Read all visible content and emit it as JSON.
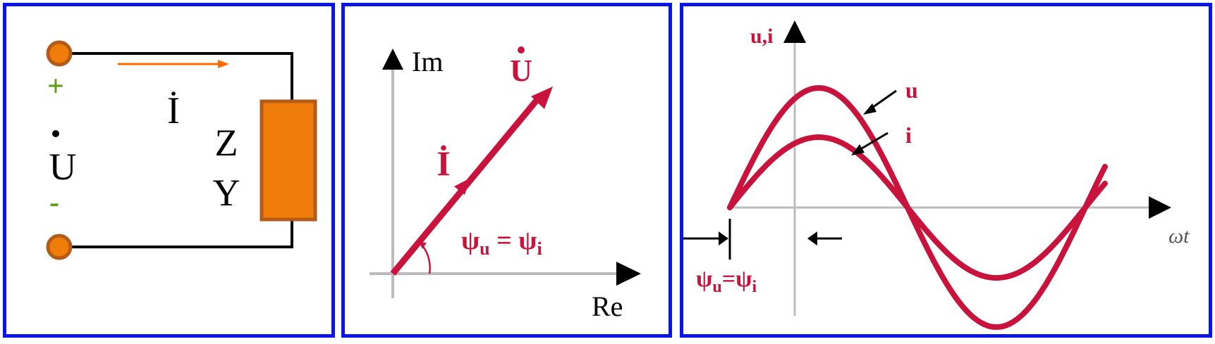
{
  "colors": {
    "border": "#0a14e6",
    "wave": "#c8143c",
    "terminal": "#f07d0a",
    "terminal_ring": "#b35c1a",
    "resistor": "#f07d0a",
    "resistor_border": "#b35c1a",
    "current_arrow": "#ff6a00",
    "sign": "#5aa014",
    "axis": "#bbbbbb",
    "ink": "#000000"
  },
  "circuit": {
    "current_symbol": "İ",
    "voltage_symbol": "U",
    "plus": "+",
    "minus": "-",
    "impedance": "Z",
    "admittance": "Y"
  },
  "phasor": {
    "im_label": "Im",
    "re_label": "Re",
    "u_label": "U",
    "i_label": "İ",
    "angle_label": "ψu = ψi",
    "angle_psi_1": "ψ",
    "angle_sub_1": "u",
    "angle_eq": " = ",
    "angle_psi_2": "ψ",
    "angle_sub_2": "i"
  },
  "waveform": {
    "y_label": "u,i",
    "x_label": "ωt",
    "u_label": "u",
    "i_label": "i",
    "phase_psi_1": "ψ",
    "phase_sub_1": "u",
    "phase_eq": "=",
    "phase_psi_2": "ψ",
    "phase_sub_2": "i"
  }
}
